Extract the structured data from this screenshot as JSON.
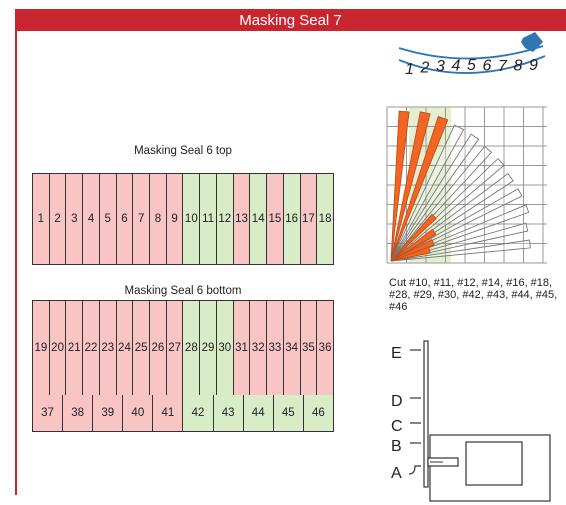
{
  "title": "Masking Seal 7",
  "top_strip": {
    "caption": "Masking Seal 6 top",
    "cells": [
      {
        "label": "1",
        "color": "red"
      },
      {
        "label": "2",
        "color": "red"
      },
      {
        "label": "3",
        "color": "red"
      },
      {
        "label": "4",
        "color": "red"
      },
      {
        "label": "5",
        "color": "red"
      },
      {
        "label": "6",
        "color": "red"
      },
      {
        "label": "7",
        "color": "red"
      },
      {
        "label": "8",
        "color": "red"
      },
      {
        "label": "9",
        "color": "red"
      },
      {
        "label": "10",
        "color": "green"
      },
      {
        "label": "11",
        "color": "green"
      },
      {
        "label": "12",
        "color": "green"
      },
      {
        "label": "13",
        "color": "red"
      },
      {
        "label": "14",
        "color": "green"
      },
      {
        "label": "15",
        "color": "red"
      },
      {
        "label": "16",
        "color": "green"
      },
      {
        "label": "17",
        "color": "red"
      },
      {
        "label": "18",
        "color": "green"
      }
    ]
  },
  "bottom_strip": {
    "caption": "Masking Seal 6 bottom",
    "upper_cells": [
      {
        "label": "19",
        "color": "red"
      },
      {
        "label": "20",
        "color": "red"
      },
      {
        "label": "21",
        "color": "red"
      },
      {
        "label": "22",
        "color": "red"
      },
      {
        "label": "23",
        "color": "red"
      },
      {
        "label": "24",
        "color": "red"
      },
      {
        "label": "25",
        "color": "red"
      },
      {
        "label": "26",
        "color": "red"
      },
      {
        "label": "27",
        "color": "red"
      },
      {
        "label": "28",
        "color": "green"
      },
      {
        "label": "29",
        "color": "green"
      },
      {
        "label": "30",
        "color": "green"
      },
      {
        "label": "31",
        "color": "red"
      },
      {
        "label": "32",
        "color": "red"
      },
      {
        "label": "33",
        "color": "red"
      },
      {
        "label": "34",
        "color": "red"
      },
      {
        "label": "35",
        "color": "red"
      },
      {
        "label": "36",
        "color": "red"
      }
    ],
    "lower_cells": [
      {
        "label": "37",
        "color": "red"
      },
      {
        "label": "38",
        "color": "red"
      },
      {
        "label": "39",
        "color": "red"
      },
      {
        "label": "40",
        "color": "red"
      },
      {
        "label": "41",
        "color": "red"
      },
      {
        "label": "42",
        "color": "green"
      },
      {
        "label": "43",
        "color": "green"
      },
      {
        "label": "44",
        "color": "green"
      },
      {
        "label": "45",
        "color": "green"
      },
      {
        "label": "46",
        "color": "green"
      }
    ]
  },
  "arc_numbers": [
    "1",
    "2",
    "3",
    "4",
    "5",
    "6",
    "7",
    "8",
    "9"
  ],
  "cut_note": "Cut #10, #11, #12, #14, #16, #18, #28, #29, #30, #42, #43, #44, #45, #46",
  "scale_labels": [
    "E",
    "D",
    "C",
    "B",
    "A"
  ],
  "colors": {
    "accent": "#c9252f",
    "red_cell": "#f8c4c4",
    "green_cell": "#d7ecc7",
    "blade_orange": "#f26522",
    "arc_blue": "#2e75b6"
  }
}
